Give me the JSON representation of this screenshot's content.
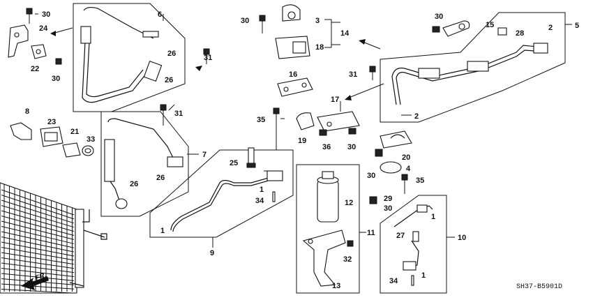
{
  "diagram_code": "SH37-B5901D",
  "direction_arrow": "FR.",
  "labels": [
    {
      "id": "l30a",
      "text": "30"
    },
    {
      "id": "l24",
      "text": "24"
    },
    {
      "id": "l22",
      "text": "22"
    },
    {
      "id": "l30b",
      "text": "30"
    },
    {
      "id": "l6",
      "text": "6"
    },
    {
      "id": "l26a",
      "text": "26"
    },
    {
      "id": "l31a",
      "text": "31"
    },
    {
      "id": "l26b",
      "text": "26"
    },
    {
      "id": "l8",
      "text": "8"
    },
    {
      "id": "l23",
      "text": "23"
    },
    {
      "id": "l21",
      "text": "21"
    },
    {
      "id": "l33",
      "text": "33"
    },
    {
      "id": "l31b",
      "text": "31"
    },
    {
      "id": "l7",
      "text": "7"
    },
    {
      "id": "l26c",
      "text": "26"
    },
    {
      "id": "l26d",
      "text": "26"
    },
    {
      "id": "l30c",
      "text": "30"
    },
    {
      "id": "l3",
      "text": "3"
    },
    {
      "id": "l14",
      "text": "14"
    },
    {
      "id": "l18",
      "text": "18"
    },
    {
      "id": "l16",
      "text": "16"
    },
    {
      "id": "l31c",
      "text": "31"
    },
    {
      "id": "l35a",
      "text": "35"
    },
    {
      "id": "l17",
      "text": "17"
    },
    {
      "id": "l19",
      "text": "19"
    },
    {
      "id": "l36",
      "text": "36"
    },
    {
      "id": "l30d",
      "text": "30"
    },
    {
      "id": "l25",
      "text": "25"
    },
    {
      "id": "l1a",
      "text": "1"
    },
    {
      "id": "l34a",
      "text": "34"
    },
    {
      "id": "l1b",
      "text": "1"
    },
    {
      "id": "l9",
      "text": "9"
    },
    {
      "id": "l12",
      "text": "12"
    },
    {
      "id": "l11",
      "text": "11"
    },
    {
      "id": "l29",
      "text": "29"
    },
    {
      "id": "l30e",
      "text": "30"
    },
    {
      "id": "l32",
      "text": "32"
    },
    {
      "id": "l13",
      "text": "13"
    },
    {
      "id": "l30f",
      "text": "30"
    },
    {
      "id": "l15",
      "text": "15"
    },
    {
      "id": "l28",
      "text": "28"
    },
    {
      "id": "l2a",
      "text": "2"
    },
    {
      "id": "l5",
      "text": "5"
    },
    {
      "id": "l2b",
      "text": "2"
    },
    {
      "id": "l20",
      "text": "20"
    },
    {
      "id": "l30g",
      "text": "30"
    },
    {
      "id": "l4",
      "text": "4"
    },
    {
      "id": "l35b",
      "text": "35"
    },
    {
      "id": "l1c",
      "text": "1"
    },
    {
      "id": "l27",
      "text": "27"
    },
    {
      "id": "l10",
      "text": "10"
    },
    {
      "id": "l34b",
      "text": "34"
    },
    {
      "id": "l1d",
      "text": "1"
    }
  ]
}
